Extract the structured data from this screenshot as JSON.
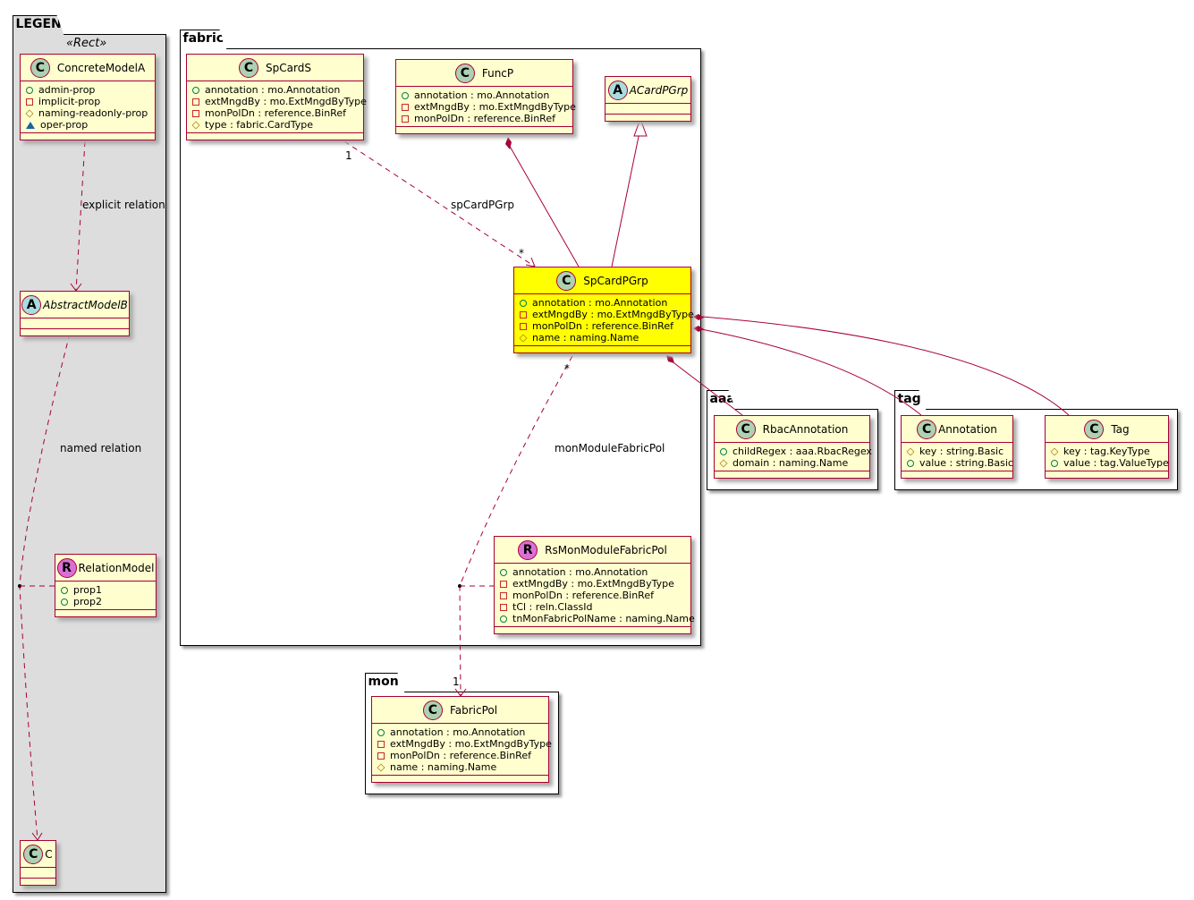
{
  "packages": [
    {
      "id": "legend",
      "name": "LEGEND"
    },
    {
      "id": "fabric",
      "name": "fabric"
    },
    {
      "id": "aaa",
      "name": "aaa"
    },
    {
      "id": "tag",
      "name": "tag"
    },
    {
      "id": "mon",
      "name": "mon"
    }
  ],
  "legend_stereotype": "«Rect»",
  "classes": [
    {
      "id": "ConcreteModelA",
      "kind": "C",
      "name": "ConcreteModelA",
      "attrs": [
        [
          "pub",
          "admin-prop"
        ],
        [
          "priv",
          "implicit-prop"
        ],
        [
          "prot",
          "naming-readonly-prop"
        ],
        [
          "pkg",
          "oper-prop"
        ]
      ]
    },
    {
      "id": "AbstractModelB",
      "kind": "A",
      "name": "AbstractModelB",
      "attrs": []
    },
    {
      "id": "RelationModel",
      "kind": "R",
      "name": "RelationModel",
      "attrs": [
        [
          "pub",
          "prop1"
        ],
        [
          "pub",
          "prop2"
        ]
      ]
    },
    {
      "id": "C",
      "kind": "C",
      "name": "C",
      "attrs": []
    },
    {
      "id": "SpCardS",
      "kind": "C",
      "name": "SpCardS",
      "attrs": [
        [
          "pub",
          "annotation : mo.Annotation"
        ],
        [
          "priv",
          "extMngdBy : mo.ExtMngdByType"
        ],
        [
          "priv",
          "monPolDn : reference.BinRef"
        ],
        [
          "prot",
          "type : fabric.CardType"
        ]
      ]
    },
    {
      "id": "FuncP",
      "kind": "C",
      "name": "FuncP",
      "attrs": [
        [
          "pub",
          "annotation : mo.Annotation"
        ],
        [
          "priv",
          "extMngdBy : mo.ExtMngdByType"
        ],
        [
          "priv",
          "monPolDn : reference.BinRef"
        ]
      ]
    },
    {
      "id": "ACardPGrp",
      "kind": "A",
      "name": "ACardPGrp",
      "attrs": []
    },
    {
      "id": "SpCardPGrp",
      "kind": "C",
      "name": "SpCardPGrp",
      "highlight": true,
      "attrs": [
        [
          "pub",
          "annotation : mo.Annotation"
        ],
        [
          "priv",
          "extMngdBy : mo.ExtMngdByType"
        ],
        [
          "priv",
          "monPolDn : reference.BinRef"
        ],
        [
          "prot",
          "name : naming.Name"
        ]
      ]
    },
    {
      "id": "RsMonModuleFabricPol",
      "kind": "R",
      "name": "RsMonModuleFabricPol",
      "attrs": [
        [
          "pub",
          "annotation : mo.Annotation"
        ],
        [
          "priv",
          "extMngdBy : mo.ExtMngdByType"
        ],
        [
          "priv",
          "monPolDn : reference.BinRef"
        ],
        [
          "priv",
          "tCl : reln.ClassId"
        ],
        [
          "pub",
          "tnMonFabricPolName : naming.Name"
        ]
      ]
    },
    {
      "id": "RbacAnnotation",
      "kind": "C",
      "name": "RbacAnnotation",
      "attrs": [
        [
          "pub",
          "childRegex : aaa.RbacRegex"
        ],
        [
          "prot",
          "domain : naming.Name"
        ]
      ]
    },
    {
      "id": "Annotation",
      "kind": "C",
      "name": "Annotation",
      "attrs": [
        [
          "prot",
          "key : string.Basic"
        ],
        [
          "pub",
          "value : string.Basic"
        ]
      ]
    },
    {
      "id": "Tag",
      "kind": "C",
      "name": "Tag",
      "attrs": [
        [
          "prot",
          "key : tag.KeyType"
        ],
        [
          "pub",
          "value : tag.ValueType"
        ]
      ]
    },
    {
      "id": "FabricPol",
      "kind": "C",
      "name": "FabricPol",
      "attrs": [
        [
          "pub",
          "annotation : mo.Annotation"
        ],
        [
          "priv",
          "extMngdBy : mo.ExtMngdByType"
        ],
        [
          "priv",
          "monPolDn : reference.BinRef"
        ],
        [
          "prot",
          "name : naming.Name"
        ]
      ]
    }
  ],
  "labels": {
    "explicit": "explicit relation",
    "named": "named relation",
    "spCardPGrp": "spCardPGrp",
    "spCardPGrp_src_mult": "1",
    "spCardPGrp_dst_mult": "*",
    "monModule": "monModuleFabricPol",
    "monModule_src_mult": "*",
    "monModule_dst_mult": "1"
  },
  "colors": {
    "line": "#A80036",
    "class_fill": "#FEFECE",
    "highlight": "#FFFF00",
    "legend_fill": "#DDDDDD"
  }
}
